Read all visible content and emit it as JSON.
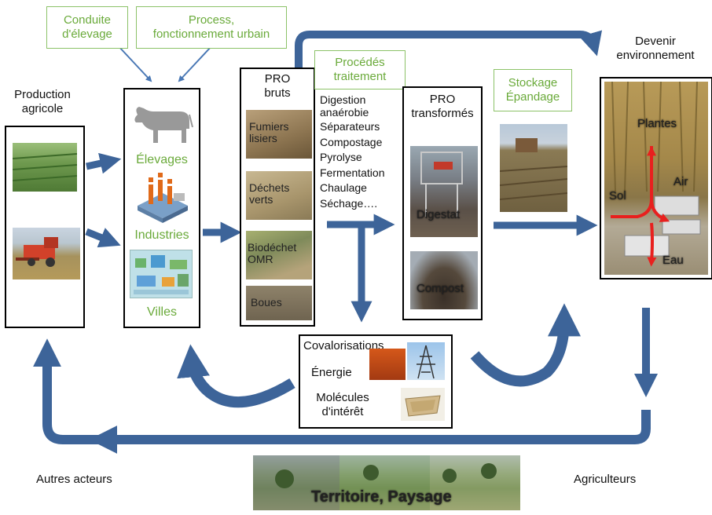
{
  "inputs": {
    "conduite": "Conduite\nd'élevage",
    "process": "Process,\nfonctionnement urbain"
  },
  "production": {
    "title": "Production\nagricole"
  },
  "sources": {
    "elevages": "Élevages",
    "industries": "Industries",
    "villes": "Villes"
  },
  "pro_bruts": {
    "title": "PRO\nbruts",
    "items": [
      "Fumiers\nlisiers",
      "Déchets\nverts",
      "Biodéchet\nOMR",
      "Boues"
    ]
  },
  "procedes": {
    "label": "Procédés\ntraitement",
    "list": [
      "Digestion",
      "anaérobie",
      "Séparateurs",
      "Compostage",
      "Pyrolyse",
      "Fermentation",
      "Chaulage",
      "Séchage…."
    ]
  },
  "pro_transformes": {
    "title": "PRO\ntransformés",
    "items": [
      "Digestat",
      "Compost"
    ]
  },
  "stockage": {
    "label": "Stockage\nÉpandage"
  },
  "devenir": {
    "title": "Devenir\nenvironnement",
    "labels": {
      "plantes": "Plantes",
      "sol": "Sol",
      "air": "Air",
      "eau": "Eau"
    }
  },
  "covalorisations": {
    "title": "Covalorisations",
    "energie": "Énergie",
    "molecules": "Molécules\nd'intérêt"
  },
  "bottom": {
    "autres": "Autres acteurs",
    "agriculteurs": "Agriculteurs",
    "territoire": "Territoire, Paysage"
  },
  "colors": {
    "arrow": "#3d6499",
    "green_text": "#6aaa3a",
    "green_border": "#8cc268",
    "flow_red": "#e8201e"
  }
}
